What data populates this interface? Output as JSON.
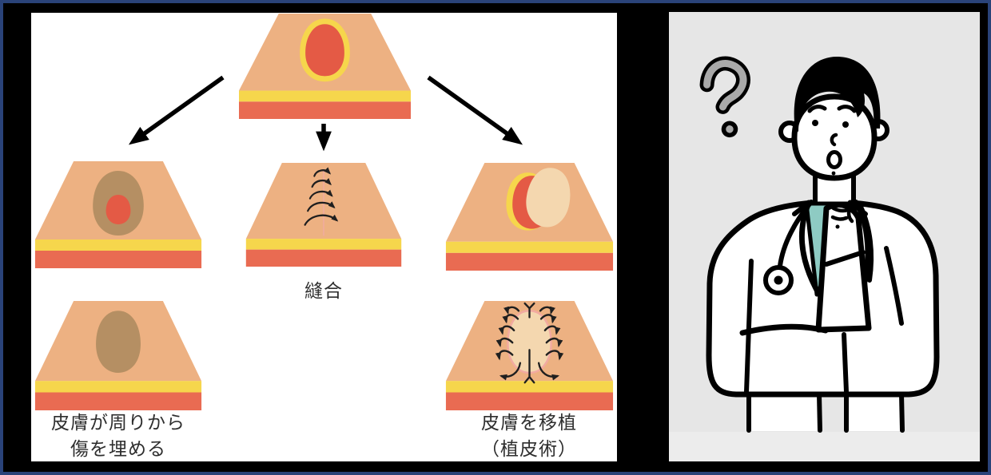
{
  "colors": {
    "frame-border": "#2a4379",
    "frame-bg": "#000000",
    "panel-white": "#ffffff",
    "panel-gray": "#e6e6e6",
    "floor-gray": "#ececec",
    "skin": "#edb182",
    "layer-yellow": "#f6d64c",
    "layer-red": "#e96b52",
    "wound-red": "#e45a45",
    "scar-brown": "#b58f63",
    "graft-cream": "#f4d7af",
    "suture-pink": "#f2aaa1",
    "ink": "#1f1f1f",
    "label-ink": "#2e2e2e",
    "teal-shirt": "#8ecbc3",
    "qmark-gray": "#a9a9a9",
    "outline-black": "#000000"
  },
  "diagram": {
    "labels": {
      "suture": "縫合",
      "secondary_healing_line1": "皮膚が周りから",
      "secondary_healing_line2": "傷を埋める",
      "skin_graft_line1": "皮膚を移植",
      "skin_graft_line2": "（植皮術）"
    }
  },
  "illustration": {
    "icon": "question-mark",
    "subject": "thinking-doctor"
  }
}
